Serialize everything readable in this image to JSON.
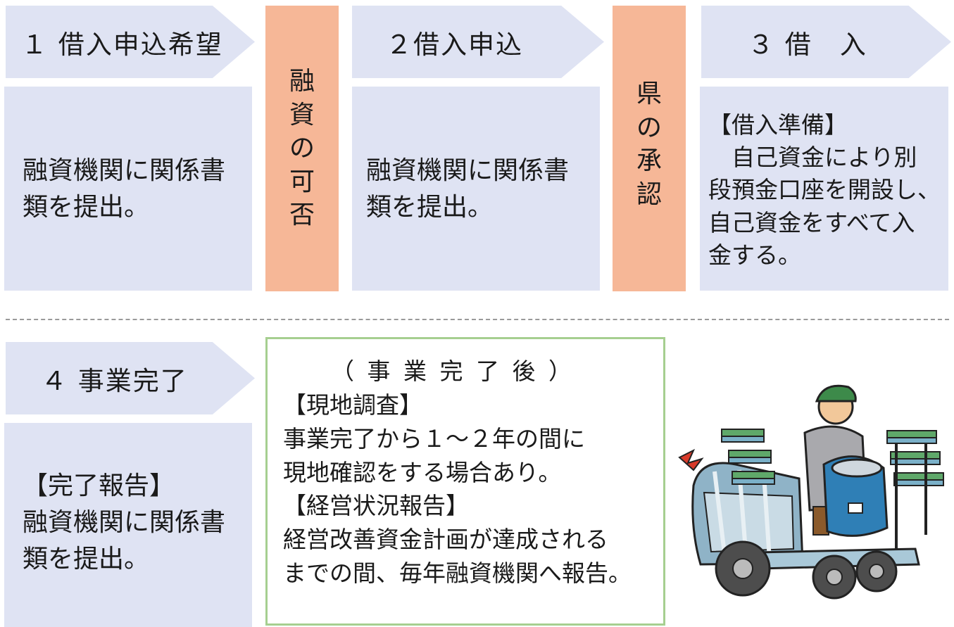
{
  "row1": {
    "step1": {
      "title": "１ 借入申込希望",
      "lines": [
        "融資機関に関係書",
        "類を提出。"
      ]
    },
    "judge1": {
      "chars": [
        "融",
        "資",
        "の",
        "可",
        "否"
      ]
    },
    "step2": {
      "title": "２借入申込",
      "lines": [
        "融資機関に関係書",
        "類を提出。"
      ]
    },
    "judge2": {
      "chars": [
        "県",
        "の",
        "承",
        "認"
      ]
    },
    "step3": {
      "title": "３ 借　入",
      "lines": [
        "【借入準備】",
        "　自己資金により別",
        "段預金口座を開設し、",
        "自己資金をすべて入",
        "金する。"
      ]
    }
  },
  "row2": {
    "step4": {
      "title": "４ 事業完了",
      "lines": [
        "【完了報告】",
        "融資機関に関係書",
        "類を提出。"
      ]
    },
    "after": {
      "heading": "（ 事 業 完 了 後 ）",
      "lines": [
        "【現地調査】",
        "事業完了から１～２年の間に",
        "現地確認をする場合あり。",
        "【経営状況報告】",
        "経営改善資金計画が達成される",
        "までの間、毎年融資機関へ報告。"
      ]
    }
  },
  "illustration": {
    "subject": "farmer-on-rice-transplanter"
  },
  "colors": {
    "step_bg": "#dfe3f3",
    "judge_bg": "#f6b797",
    "after_border": "#a6cf90",
    "divider": "#9a9a9a"
  }
}
